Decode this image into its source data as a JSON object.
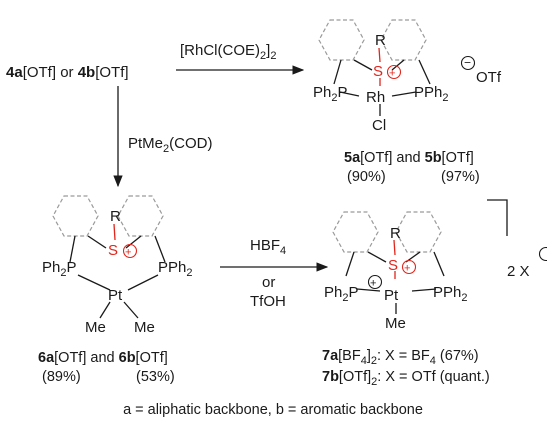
{
  "start": {
    "c1": "4a",
    "c1a": "[OTf] or ",
    "c2": "4b",
    "c2a": "[OTf]"
  },
  "reagents": {
    "rh": "[RhCl(COE)",
    "rh_sub": "2",
    "rh_end": "]",
    "rh_sub2": "2",
    "pt": "PtMe",
    "pt_sub": "2",
    "pt_end": "(COD)",
    "hbf": "HBF",
    "hbf_sub": "4",
    "or": "or",
    "tfoh": "TfOH"
  },
  "atoms": {
    "R": "R",
    "S": "S",
    "Rh": "Rh",
    "Pt": "Pt",
    "Cl": "Cl",
    "P": "P",
    "Ph": "Ph",
    "Ph2": "2",
    "Me": "Me",
    "X": "X",
    "otf": "OTf",
    "twoX": "2 X"
  },
  "products": {
    "p5a": "5a",
    "p5a_rest": "[OTf] and ",
    "p5b": "5b",
    "p5b_rest": "[OTf]",
    "y5a": "(90%)",
    "y5b": "(97%)",
    "p6a": "6a",
    "p6a_rest": "[OTf] and ",
    "p6b": "6b",
    "p6b_rest": "[OTf]",
    "y6a": "(89%)",
    "y6b": "(53%)",
    "p7a": "7a",
    "p7a_rest1": "[BF",
    "p7a_sub1": "4",
    "p7a_rest2": "]",
    "p7a_sub2": "2",
    "p7a_rest3": ": X = BF",
    "p7a_sub3": "4",
    "p7a_rest4": " (67%)",
    "p7b": "7b",
    "p7b_rest1": "[OTf]",
    "p7b_sub": "2",
    "p7b_rest2": ": X = OTf (quant.)"
  },
  "footer": "a = aliphatic backbone,  b = aromatic backbone",
  "colors": {
    "sulfur": "#e0261c",
    "ring": "#9a9a9a",
    "ink": "#1a1a1a"
  }
}
